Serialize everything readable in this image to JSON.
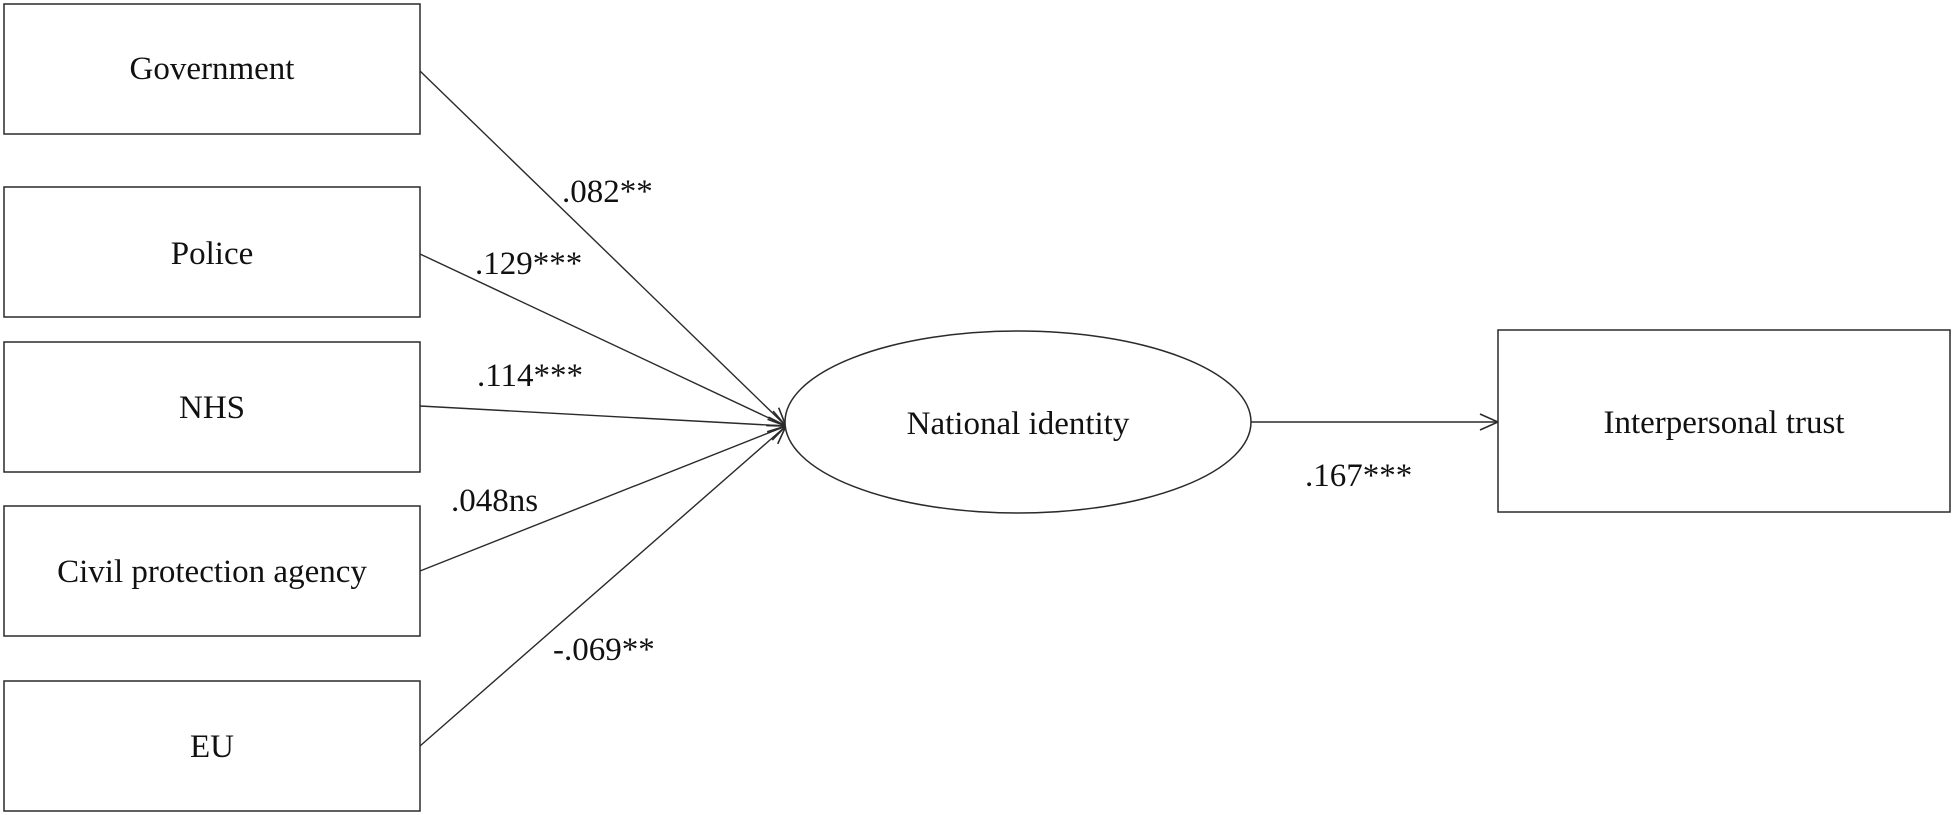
{
  "predictors": [
    {
      "id": "government",
      "label": "Government"
    },
    {
      "id": "police",
      "label": "Police"
    },
    {
      "id": "nhs",
      "label": "NHS"
    },
    {
      "id": "civil",
      "label": "Civil protection agency"
    },
    {
      "id": "eu",
      "label": "EU"
    }
  ],
  "mediator": {
    "label": "National identity"
  },
  "outcome": {
    "label": "Interpersonal trust"
  },
  "paths": [
    {
      "from": "government",
      "to": "mediator",
      "coefficient": ".082**"
    },
    {
      "from": "police",
      "to": "mediator",
      "coefficient": ".129***"
    },
    {
      "from": "nhs",
      "to": "mediator",
      "coefficient": ".114***"
    },
    {
      "from": "civil",
      "to": "mediator",
      "coefficient": ".048ns"
    },
    {
      "from": "eu",
      "to": "mediator",
      "coefficient": "-.069**"
    },
    {
      "from": "mediator",
      "to": "outcome",
      "coefficient": ".167***"
    }
  ],
  "colors": {
    "stroke": "#2a2a2a",
    "text": "#111111",
    "background": "#ffffff"
  }
}
